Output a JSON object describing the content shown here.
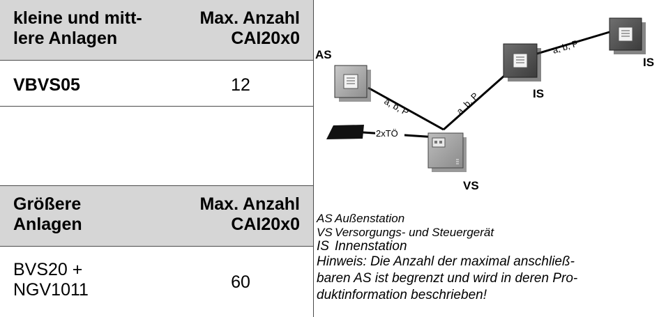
{
  "table": {
    "section1": {
      "col1_header": [
        "kleine und mitt-",
        "lere Anlagen"
      ],
      "col2_header": [
        "Max. Anzahl",
        "CAI20x0"
      ],
      "rows": [
        {
          "product": [
            "VBVS05"
          ],
          "count": "12"
        }
      ]
    },
    "section2": {
      "col1_header": [
        "Größere",
        "Anlagen"
      ],
      "col2_header": [
        "Max. Anzahl",
        "CAI20x0"
      ],
      "rows": [
        {
          "product": [
            "BVS20 +",
            "NGV1011"
          ],
          "count": "60"
        }
      ]
    }
  },
  "diagram": {
    "nodes": {
      "as": "AS",
      "vs": "VS",
      "is1": "IS",
      "is2": "IS"
    },
    "links": {
      "as_vs": "a, b, P",
      "vs_is1": "a, b, P",
      "is1_is2": "a, b, P",
      "doorbell_vs": "2xTÖ"
    }
  },
  "legend": [
    {
      "abbr": "AS",
      "text": "Außenstation"
    },
    {
      "abbr": "VS",
      "text": "Versorgungs- und Steuergerät"
    },
    {
      "abbr": "IS",
      "text": "Innenstation"
    }
  ],
  "note": [
    "Hinweis: Die Anzahl der maximal anschließ-",
    "baren AS ist begrenzt und wird in deren Pro-",
    "duktinformation beschrieben!"
  ]
}
